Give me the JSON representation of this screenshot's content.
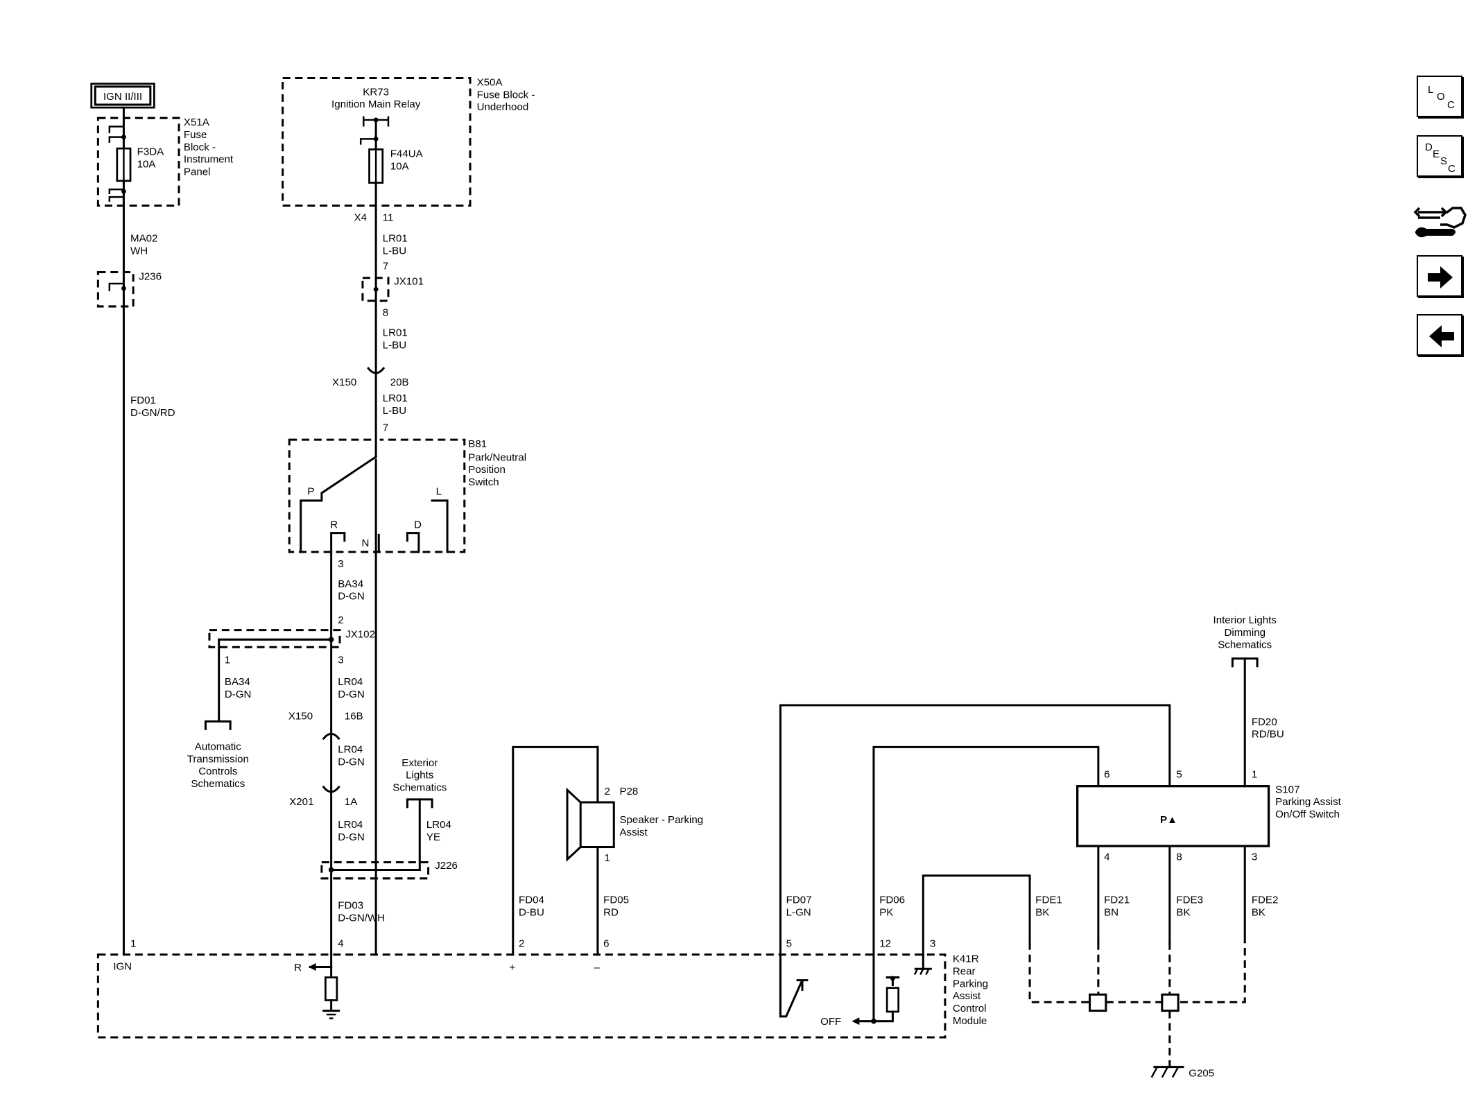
{
  "power": {
    "source": "IGN II/III"
  },
  "fuse_block_ip": {
    "id": "X51A",
    "name_l1": "Fuse",
    "name_l2": "Block -",
    "name_l3": "Instrument",
    "name_l4": "Panel",
    "fuse": "F3DA",
    "rating": "10A"
  },
  "fuse_block_uh": {
    "id": "X50A",
    "name_l1": "Fuse Block -",
    "name_l2": "Underhood",
    "relay_id": "KR73",
    "relay_name": "Ignition Main Relay",
    "fuse": "F44UA",
    "rating": "10A",
    "connector": "X4",
    "pin": "11"
  },
  "left_wire": {
    "w1_circuit": "MA02",
    "w1_color": "WH",
    "splice": "J236",
    "w2_circuit": "FD01",
    "w2_color": "D-GN/RD"
  },
  "relay_wire": {
    "w1_circuit": "LR01",
    "w1_color": "L-BU",
    "jx101_pin_in": "7",
    "jx101": "JX101",
    "jx101_pin_out": "8",
    "w2_circuit": "LR01",
    "w2_color": "L-BU",
    "x150": "X150",
    "x150_pin": "20B",
    "w3_circuit": "LR01",
    "w3_color": "L-BU",
    "b81_pin": "7"
  },
  "pn_switch": {
    "id": "B81",
    "name_l1": "Park/Neutral",
    "name_l2": "Position",
    "name_l3": "Switch",
    "p": "P",
    "r": "R",
    "n": "N",
    "d": "D",
    "l": "L",
    "out_pin": "3"
  },
  "r_wire": {
    "w1_circuit": "BA34",
    "w1_color": "D-GN",
    "jx102": "JX102",
    "jx102_pin_in": "2",
    "jx102_pin_left": "1",
    "jx102_pin_out": "3",
    "left_circuit": "BA34",
    "left_color": "D-GN",
    "atc_l1": "Automatic",
    "atc_l2": "Transmission",
    "atc_l3": "Controls",
    "atc_l4": "Schematics",
    "w2_circuit": "LR04",
    "w2_color": "D-GN",
    "x150": "X150",
    "x150_pin": "16B",
    "w3_circuit": "LR04",
    "w3_color": "D-GN",
    "x201": "X201",
    "x201_pin": "1A",
    "w4_circuit": "LR04",
    "w4_color": "D-GN",
    "ext_l1": "Exterior",
    "ext_l2": "Lights",
    "ext_l3": "Schematics",
    "ext_circuit": "LR04",
    "ext_color": "YE",
    "j226": "J226",
    "w5_circuit": "FD03",
    "w5_color": "D-GN/WH"
  },
  "speaker": {
    "id": "P28",
    "name_l1": "Speaker - Parking",
    "name_l2": "Assist",
    "pin_top": "2",
    "pin_bot": "1",
    "neg_circuit": "FD04",
    "neg_color": "D-BU",
    "pos_circuit": "FD05",
    "pos_color": "RD"
  },
  "switch_s107": {
    "id": "S107",
    "name_l1": "Parking Assist",
    "name_l2": "On/Off Switch",
    "symbol": "P▲",
    "pin6": "6",
    "pin5": "5",
    "pin1": "1",
    "pin4": "4",
    "pin8": "8",
    "pin3": "3",
    "dim_l1": "Interior Lights",
    "dim_l2": "Dimming",
    "dim_l3": "Schematics",
    "fd20_circuit": "FD20",
    "fd20_color": "RD/BU",
    "fd21_circuit": "FD21",
    "fd21_color": "BN",
    "fde3_circuit": "FDE3",
    "fde3_color": "BK",
    "fde2_circuit": "FDE2",
    "fde2_color": "BK",
    "fde1_circuit": "FDE1",
    "fde1_color": "BK"
  },
  "module_wires": {
    "fd07_circuit": "FD07",
    "fd07_color": "L-GN",
    "fd06_circuit": "FD06",
    "fd06_color": "PK"
  },
  "module": {
    "id": "K41R",
    "name_l1": "Rear",
    "name_l2": "Parking",
    "name_l3": "Assist",
    "name_l4": "Control",
    "name_l5": "Module",
    "pin1": "1",
    "pin4": "4",
    "pin2": "2",
    "pin6": "6",
    "pin5": "5",
    "pin12": "12",
    "pin3": "3",
    "ign": "IGN",
    "r": "R",
    "plus": "+",
    "minus": "–",
    "off": "OFF"
  },
  "ground": {
    "id": "G205"
  },
  "nav": {
    "loc_l": "L",
    "loc_o": "O",
    "loc_c": "C",
    "desc_d": "D",
    "desc_e": "E",
    "desc_s": "S",
    "desc_c": "C"
  }
}
